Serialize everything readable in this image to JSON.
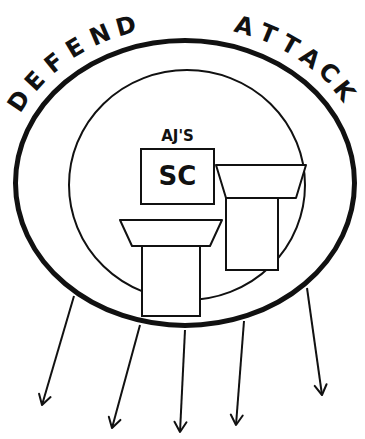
{
  "diagram": {
    "nodes": [
      {
        "text": [
          "DEFEND",
          "ATTACK"
        ]
      },
      {
        "text": [
          "AJ'S",
          "SC"
        ],
        "in": 0
      }
    ]
  }
}
